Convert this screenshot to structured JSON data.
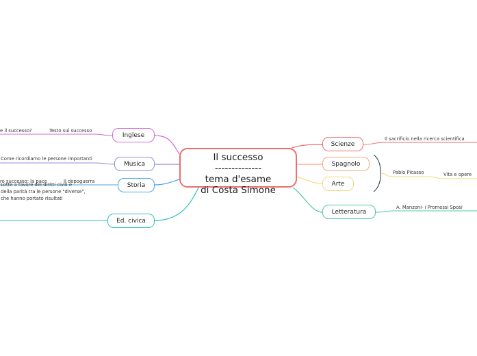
{
  "central": {
    "line1": "Il successo",
    "line2": "--------------",
    "line3": "tema d'esame",
    "line4": "di Costa Simone"
  },
  "branches": {
    "inglese": "Inglese",
    "musica": "Musica",
    "storia": "Storia",
    "edcivica": "Ed. civica",
    "scienze": "Scienze",
    "spagnolo": "Spagnolo",
    "arte": "Arte",
    "letteratura": "Letteratura"
  },
  "leaves": {
    "inglese_a": "e il successo?",
    "inglese_b": "Testo sul successo",
    "musica_a": "Come ricordiamo le persone importanti",
    "storia_a": "ro successo: la pace",
    "storia_b": "Il dopoguerra",
    "edcivica_1": "Lotte a favore dei diritti civili e",
    "edcivica_2": "della parità tra le persone \"diverse\",",
    "edcivica_3": "che hanno portato risultati",
    "scienze_a": "Il sacrificio nella ricerca scientifica",
    "arte_a": "Pablo Picasso",
    "arte_b": "Vita e opere",
    "letteratura_a": "A. Manzoni- i Promessi Sposi"
  },
  "colors": {
    "central": "#f06b6b",
    "inglese": "#d36ad8",
    "musica": "#8f8ee0",
    "storia": "#49a6e0",
    "edcivica": "#2fc0c4",
    "scienze": "#f06b6b",
    "spagnolo": "#f5a77a",
    "arte": "#f4d97a",
    "letteratura": "#4cc8a8",
    "bracket": "#1f2f3f"
  }
}
